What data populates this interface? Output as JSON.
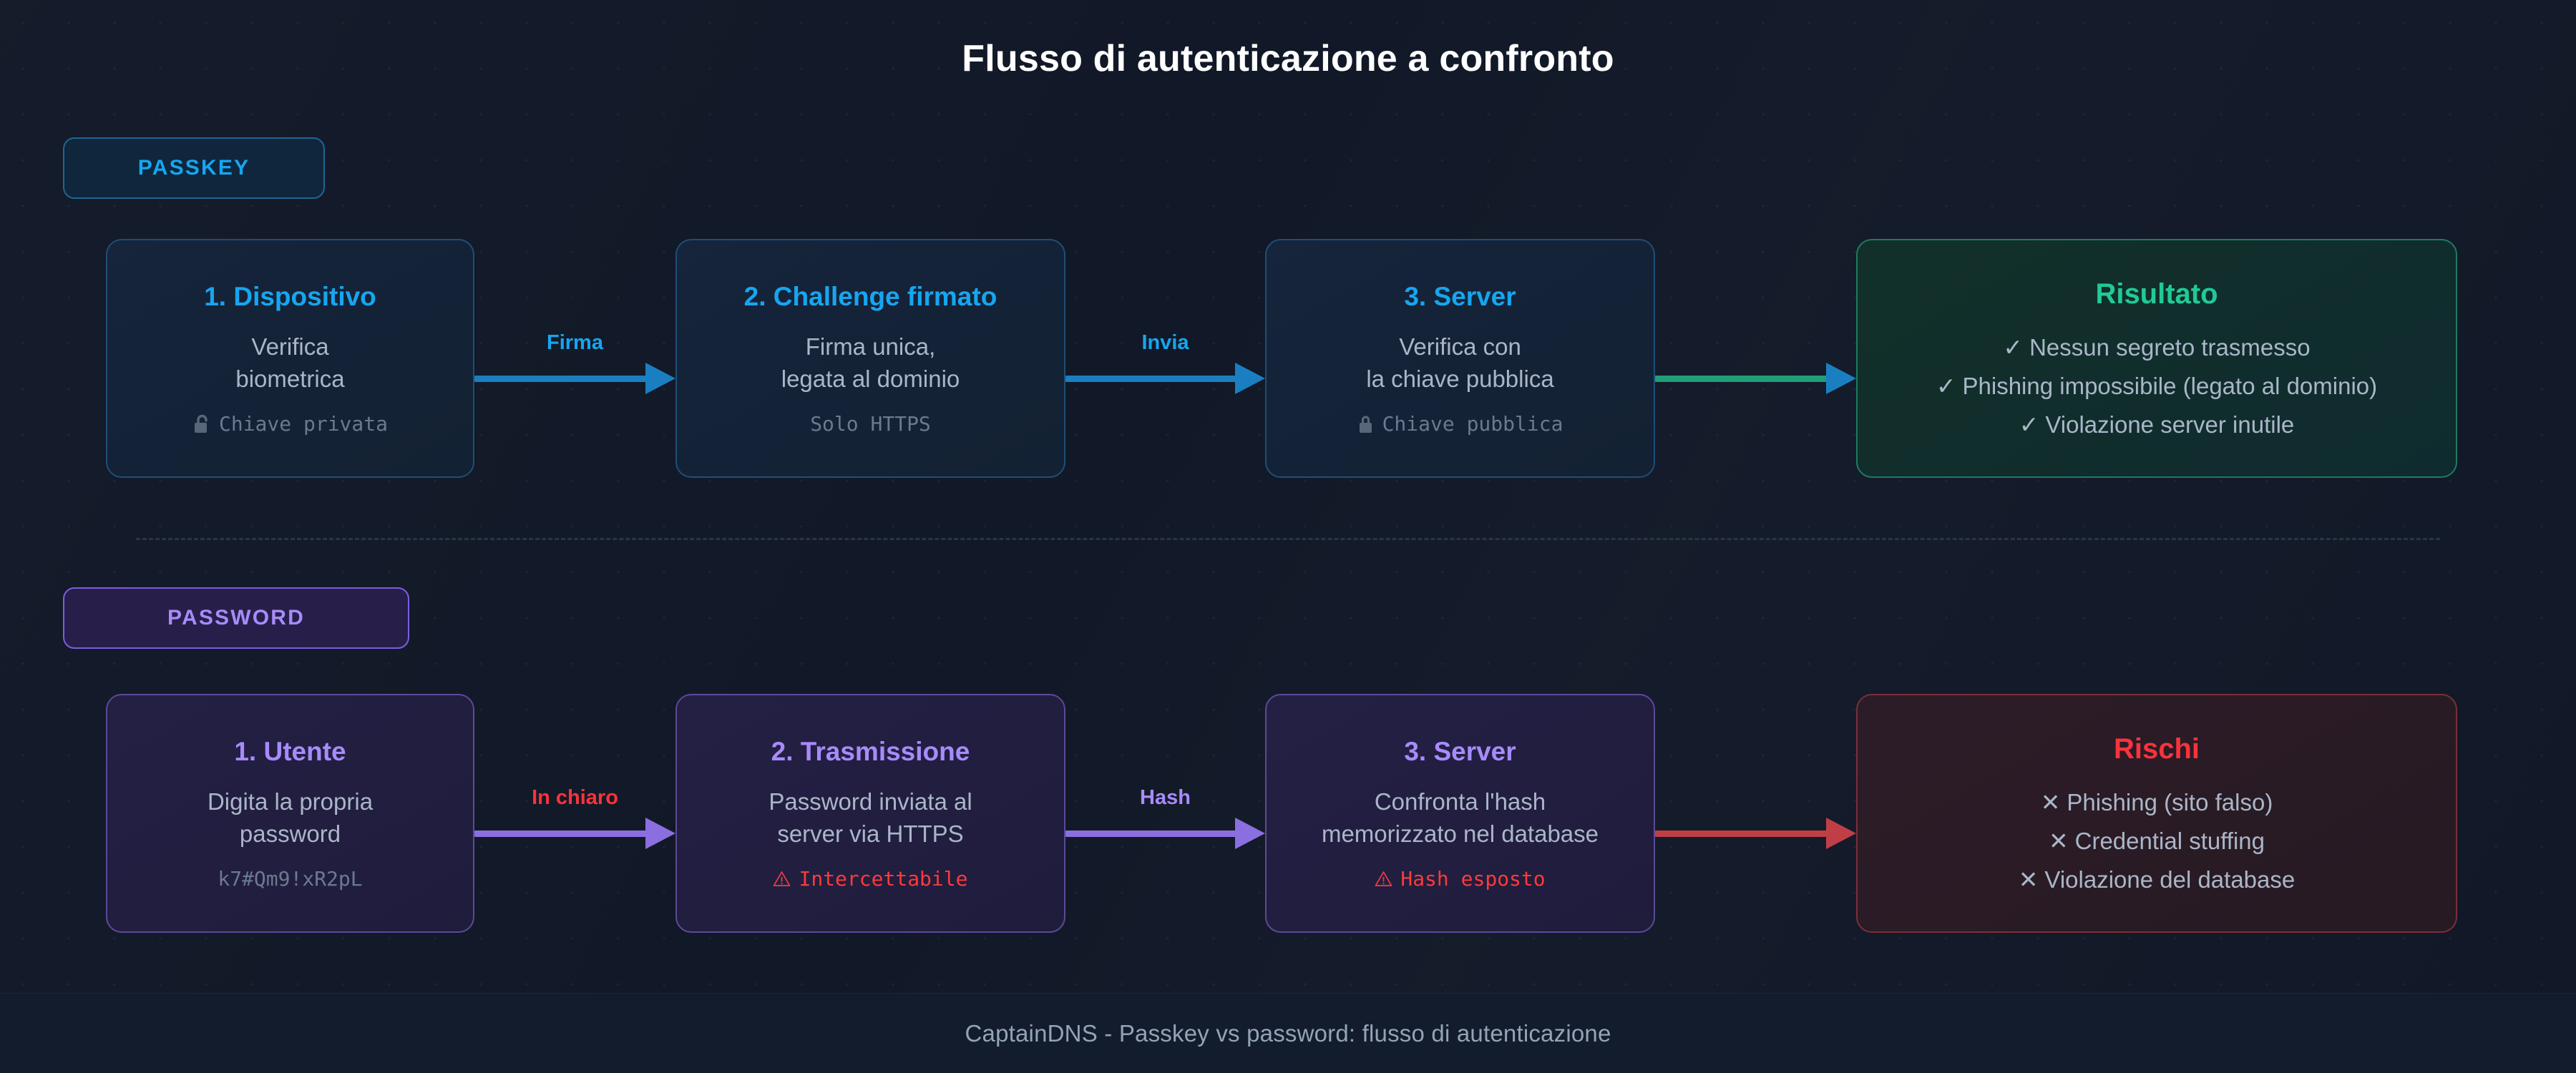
{
  "header": {
    "title": "Flusso di autenticazione a confronto"
  },
  "colors": {
    "background": "#111827",
    "passkey_accent": "#16a6f0",
    "password_accent": "#a78bfa",
    "success": "#22c998",
    "danger": "#f8333c",
    "muted_text": "#aab6c8",
    "meta_text": "#6b7a8f"
  },
  "passkey": {
    "badge_label": "PASSKEY",
    "steps": [
      {
        "title": "1. Dispositivo",
        "desc": "Verifica\nbiometrica",
        "meta_icon": "unlock-icon",
        "meta": "Chiave privata",
        "meta_state": "normal"
      },
      {
        "title": "2. Challenge firmato",
        "desc": "Firma unica,\nlegata al dominio",
        "meta_icon": "",
        "meta": "Solo HTTPS",
        "meta_state": "normal"
      },
      {
        "title": "3. Server",
        "desc": "Verifica con\nla chiave pubblica",
        "meta_icon": "lock-icon",
        "meta": "Chiave pubblica",
        "meta_state": "normal"
      }
    ],
    "connectors": [
      {
        "label": "Firma",
        "style": "blue"
      },
      {
        "label": "Invia",
        "style": "blue"
      },
      {
        "label": "",
        "style": "green"
      }
    ],
    "outcome": {
      "title": "Risultato",
      "mark": "✓",
      "items": [
        "Nessun segreto trasmesso",
        "Phishing impossibile (legato al dominio)",
        "Violazione server inutile"
      ]
    }
  },
  "password": {
    "badge_label": "PASSWORD",
    "steps": [
      {
        "title": "1. Utente",
        "desc": "Digita la propria\npassword",
        "meta_icon": "",
        "meta": "k7#Qm9!xR2pL",
        "meta_state": "normal"
      },
      {
        "title": "2. Trasmissione",
        "desc": "Password inviata al\nserver via HTTPS",
        "meta_icon": "warning-icon",
        "meta": "Intercettabile",
        "meta_state": "warn"
      },
      {
        "title": "3. Server",
        "desc": "Confronta l'hash\nmemorizzato nel database",
        "meta_icon": "warning-icon",
        "meta": "Hash esposto",
        "meta_state": "warn"
      }
    ],
    "connectors": [
      {
        "label": "In chiaro",
        "style": "purple",
        "label_color": "red"
      },
      {
        "label": "Hash",
        "style": "purple",
        "label_color": "purple"
      },
      {
        "label": "",
        "style": "red",
        "label_color": "red"
      }
    ],
    "outcome": {
      "title": "Rischi",
      "mark": "✕",
      "items": [
        "Phishing (sito falso)",
        "Credential stuffing",
        "Violazione del database"
      ]
    }
  },
  "footer": {
    "text": "CaptainDNS - Passkey vs password: flusso di autenticazione"
  }
}
